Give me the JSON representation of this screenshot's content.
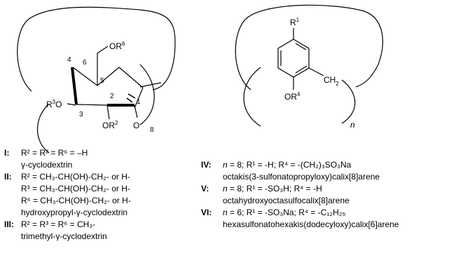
{
  "structure_left": {
    "labels": {
      "or6": "OR",
      "or6_sup": "6",
      "c6": "6",
      "c4": "4",
      "c5": "5",
      "c2": "2",
      "c1": "1",
      "c3": "3",
      "r3": "R",
      "r3_sup": "3",
      "r3_o": "O",
      "or2": "OR",
      "or2_sup": "2",
      "ring_o": "O",
      "repeat": "8"
    }
  },
  "structure_right": {
    "labels": {
      "r1": "R",
      "r1_sup": "1",
      "ch2": "CH",
      "ch2_sub": "2",
      "or4": "OR",
      "or4_sup": "4",
      "repeat": "n"
    }
  },
  "legend_left": {
    "I": {
      "key": "I:",
      "formula": "R² = R³ = R⁶ = –H",
      "name": "γ-cyclodextrin"
    },
    "II": {
      "key": "II:",
      "line1": "R² = CH₃-CH(OH)-CH₂- or H-",
      "line2": "R³ = CH₃-CH(OH)-CH₂- or H-",
      "line3": "R⁶ = CH₃-CH(OH)-CH₂- or H-",
      "name": "hydroxypropyl-γ-cyclodextrin"
    },
    "III": {
      "key": "III:",
      "formula": "R² = R³ = R⁶ = CH₃-",
      "name": "trimethyl-γ-cyclodextrin"
    }
  },
  "legend_right": {
    "IV": {
      "key": "IV:",
      "n": "n",
      "formula_rest": " = 8; R¹ = -H; R⁴ = -(CH₂)₃SO₃Na",
      "name": "octakis(3-sulfonatopropyloxy)calix[8]arene"
    },
    "V": {
      "key": "V:",
      "n": "n",
      "formula_rest": " = 8; R¹ = -SO₃H; R⁴ = -H",
      "name": "octahydroxyoctasulfocalix[8]arene"
    },
    "VI": {
      "key": "VI:",
      "n": "n",
      "formula_rest": " = 6; R¹ = -SO₃Na; R⁴ = -C₁₂H₂₅",
      "name": "hexasulfonatohexakis(dodecyloxy)calix[6]arene"
    }
  }
}
